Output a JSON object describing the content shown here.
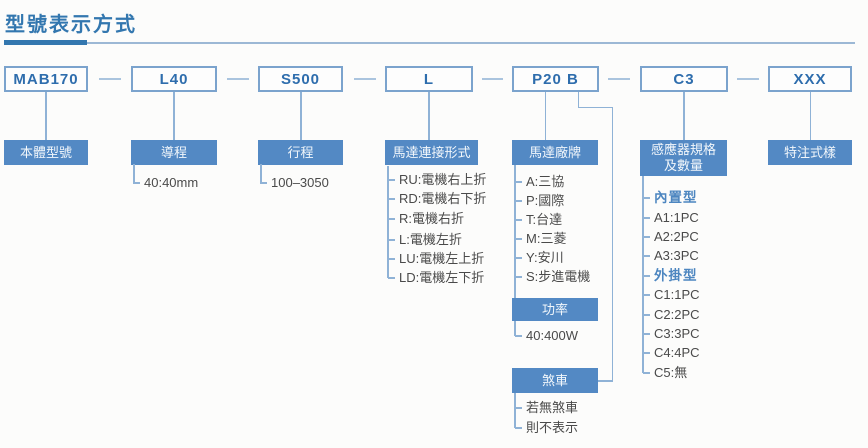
{
  "title": "型號表示方式",
  "colors": {
    "accent": "#3377af",
    "label_box_fill": "#5389c4",
    "code_text": "#2e6dad",
    "connector_line": "#8fb2d6",
    "list_text": "#4a4a4a"
  },
  "columns": [
    {
      "code": "MAB170",
      "label": "本體型號"
    },
    {
      "code": "L40",
      "label": "導程",
      "value": "40:40mm"
    },
    {
      "code": "S500",
      "label": "行程",
      "value": "100–3050"
    },
    {
      "code": "L",
      "label": "馬達連接形式",
      "options": [
        "RU:電機右上折",
        "RD:電機右下折",
        "R:電機右折",
        "L:電機左折",
        "LU:電機左上折",
        "LD:電機左下折"
      ]
    },
    {
      "code": "P20 B",
      "label": "馬達廠牌",
      "options": [
        "A:三協",
        "P:國際",
        "T:台達",
        "M:三菱",
        "Y:安川",
        "S:步進電機"
      ],
      "power": {
        "label": "功率",
        "value": "40:400W"
      },
      "brake": {
        "label": "煞車",
        "notes": [
          "若無煞車",
          "則不表示"
        ]
      }
    },
    {
      "code": "C3",
      "label_line1": "感應器規格",
      "label_line2": "及數量",
      "options": [
        "內置型",
        "A1:1PC",
        "A2:2PC",
        "A3:3PC",
        "外掛型",
        "C1:1PC",
        "C2:2PC",
        "C3:3PC",
        "C4:4PC",
        "C5:無"
      ]
    },
    {
      "code": "XXX",
      "label": "特注式樣"
    }
  ]
}
